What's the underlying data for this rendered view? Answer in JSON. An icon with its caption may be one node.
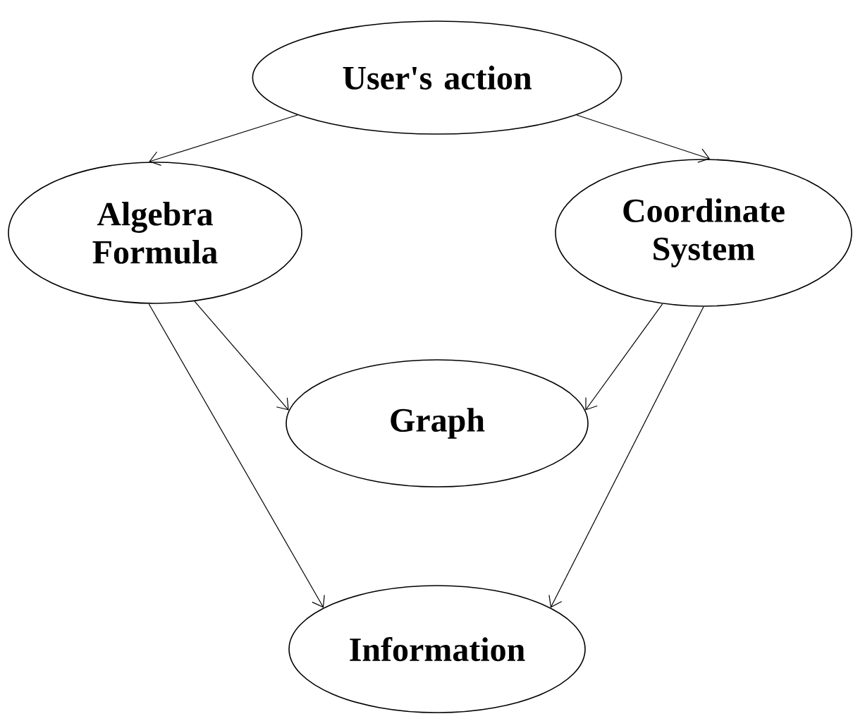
{
  "diagram": {
    "nodes": [
      {
        "text": [
          "User's action"
        ]
      },
      {
        "text": [
          "Algebra Formula"
        ]
      },
      {
        "text": [
          "Coordinate System"
        ]
      },
      {
        "text": [
          "Graph"
        ]
      },
      {
        "text": [
          "Information"
        ]
      }
    ],
    "edges": [
      {
        "from": 0,
        "to": 1,
        "arrow": "to"
      },
      {
        "from": 0,
        "to": 2,
        "arrow": "to"
      },
      {
        "from": 1,
        "to": 3,
        "arrow": "to"
      },
      {
        "from": 2,
        "to": 3,
        "arrow": "to"
      },
      {
        "from": 1,
        "to": 4,
        "arrow": "to"
      },
      {
        "from": 2,
        "to": 4,
        "arrow": "to"
      }
    ]
  }
}
